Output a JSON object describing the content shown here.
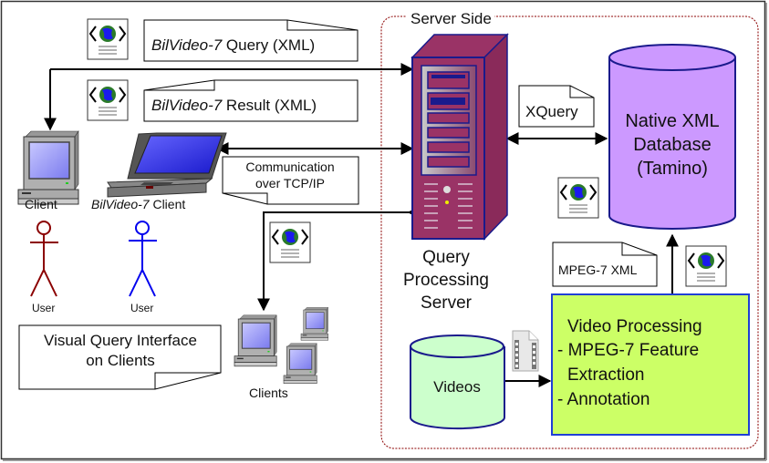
{
  "diagram": {
    "server_side_label": "Server Side",
    "messages": {
      "query": {
        "prefix": "BilVideo-7",
        "suffix": " Query (XML)"
      },
      "result": {
        "prefix": "BilVideo-7",
        "suffix": " Result (XML)"
      },
      "communication": [
        "Communication",
        "over TCP/IP"
      ],
      "xquery": "XQuery",
      "mpeg7xml": "MPEG-7 XML"
    },
    "nodes": {
      "client_label": "Client",
      "bilvideo_client": {
        "prefix": "BilVideo-7",
        "suffix": " Client"
      },
      "user1_label": "User",
      "user2_label": "User",
      "clients_label": "Clients",
      "visual_query": [
        "Visual Query Interface",
        "on Clients"
      ],
      "server": [
        "Query",
        "Processing",
        "Server"
      ],
      "database": [
        "Native XML",
        "Database",
        "(Tamino)"
      ],
      "videos": "Videos",
      "video_processing": [
        "Video Processing",
        "- MPEG-7 Feature",
        " Extraction",
        "- Annotation"
      ]
    },
    "icons": {
      "xml_doc": "xml-document-icon",
      "desktop": "desktop-computer-icon",
      "laptop": "laptop-icon",
      "user": "user-stick-figure-icon",
      "server": "server-tower-icon",
      "database": "database-cylinder-icon",
      "video_file": "video-file-icon"
    },
    "colors": {
      "server_side_border": "#8b0000",
      "server_body": "#9a3366",
      "server_outline": "#1a1a8c",
      "database_fill": "#cc99ff",
      "videos_fill": "#ccffcc",
      "video_processing_fill": "#ccff66",
      "video_processing_border": "#1f3fd6",
      "user1": "#8b0000",
      "user2": "#0000ee"
    }
  }
}
